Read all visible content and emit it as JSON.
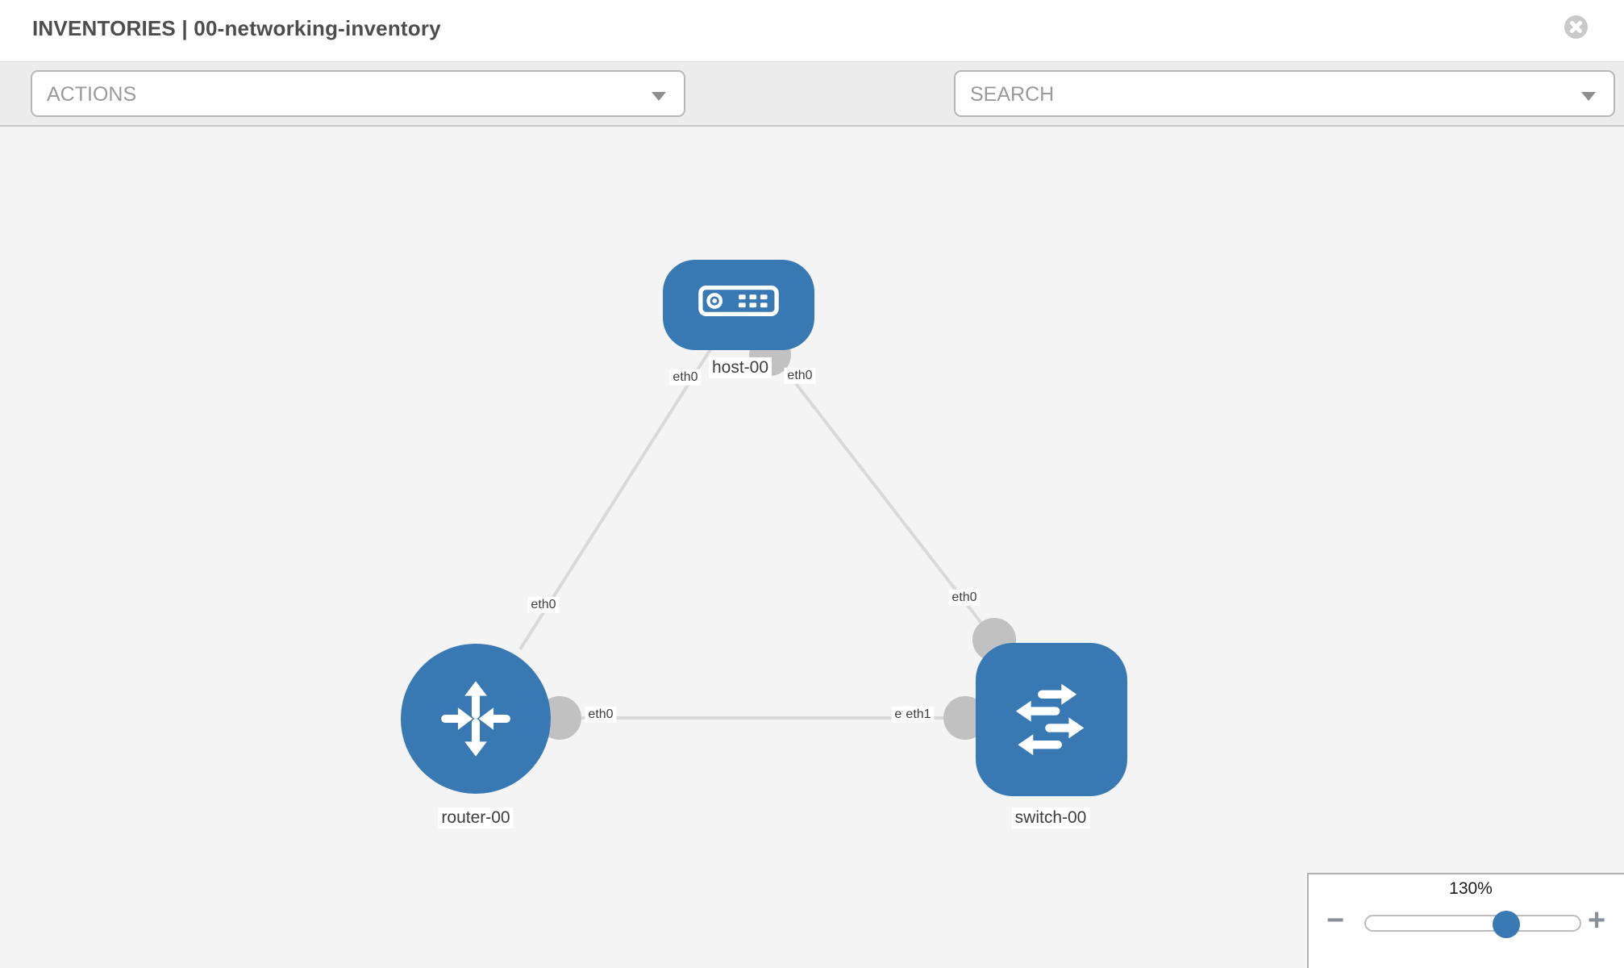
{
  "header": {
    "title": "INVENTORIES | 00-networking-inventory",
    "close_icon": "circle-x"
  },
  "toolbar": {
    "actions_dropdown": {
      "label": "ACTIONS",
      "state": "collapsed"
    },
    "search_dropdown": {
      "label": "SEARCH",
      "state": "collapsed"
    },
    "icons": [
      "wrench-icon",
      "key-icon"
    ]
  },
  "graph": {
    "nodes": [
      {
        "label": "host-00",
        "type": "host",
        "icon": "server-icon"
      },
      {
        "label": "router-00",
        "type": "router",
        "icon": "router-arrows-icon"
      },
      {
        "label": "switch-00",
        "type": "switch",
        "icon": "switch-arrows-icon"
      }
    ],
    "interface_labels": {
      "host_left": "eth0",
      "host_right": "eth0",
      "router_top": "eth0",
      "router_right": "eth0",
      "switch_top": "eth0",
      "switch_left_back": "eth0",
      "switch_left_front": "eth1"
    },
    "links": [
      {
        "from": "host-00",
        "to": "router-00"
      },
      {
        "from": "host-00",
        "to": "switch-00"
      },
      {
        "from": "router-00",
        "to": "switch-00"
      }
    ]
  },
  "zoom_control": {
    "level": "130%",
    "minus_label": "−",
    "plus_label": "+"
  },
  "colors": {
    "node_blue": "#3879b4",
    "link_gray": "#d9d9d9",
    "connector_gray": "#c1c1c1",
    "canvas_bg": "#f4f4f4",
    "toolbar_bg": "#ececec",
    "label_text": "#3d3d3d"
  }
}
